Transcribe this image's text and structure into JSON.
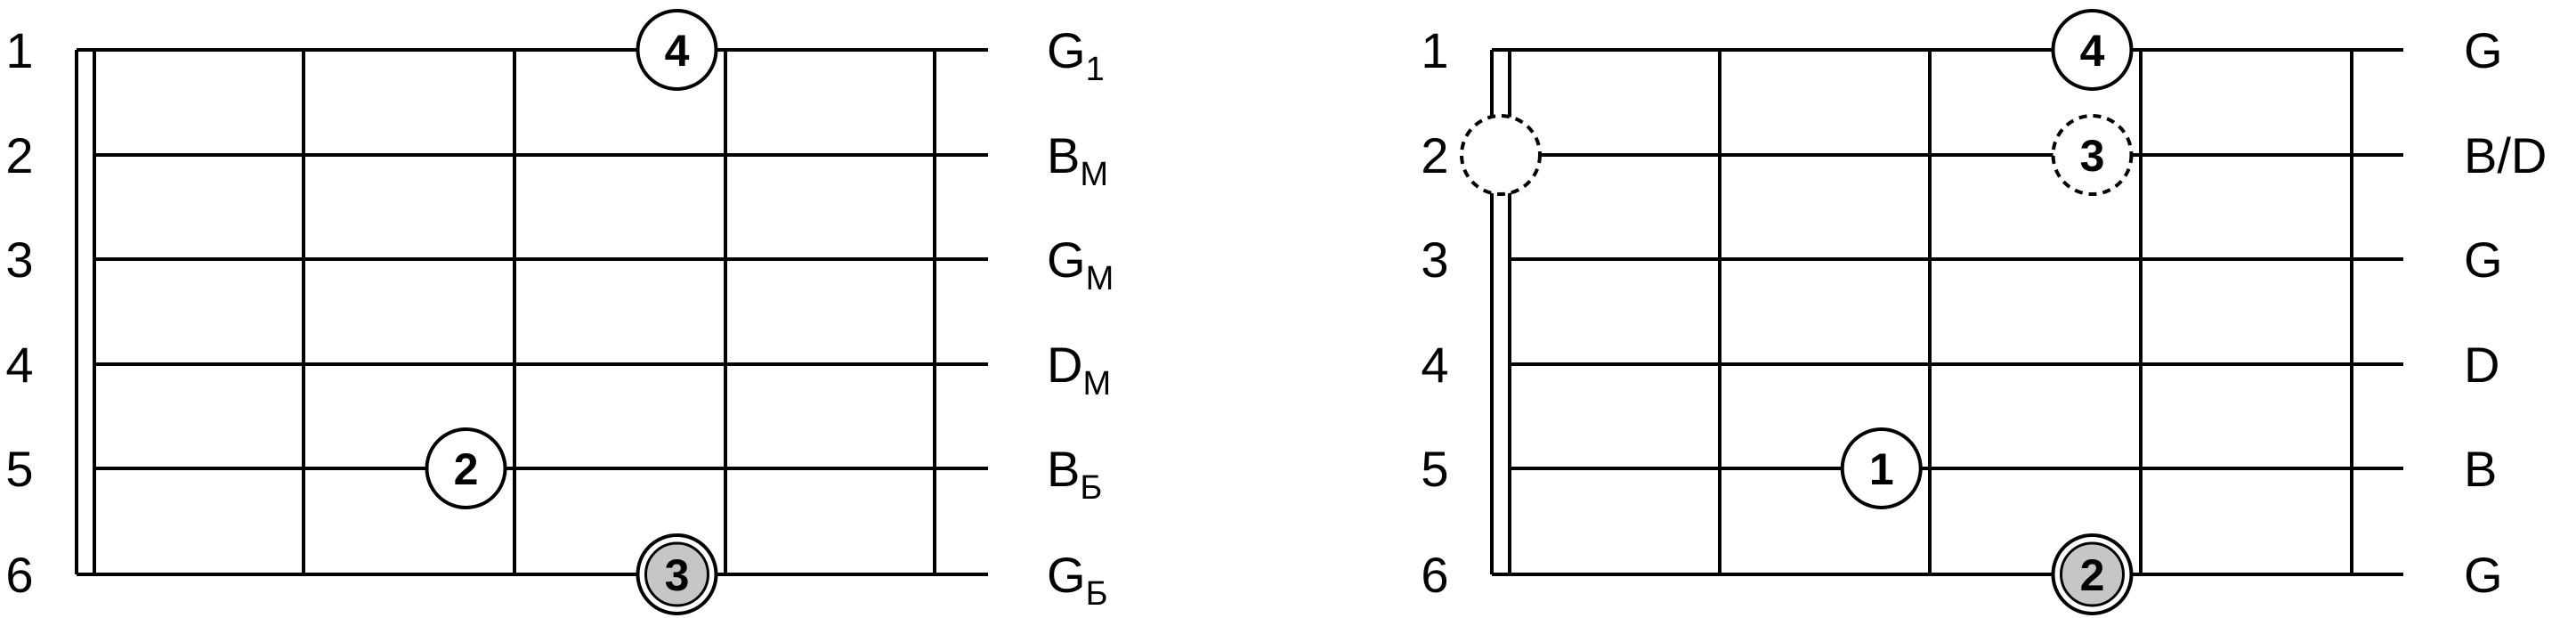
{
  "diagrams": [
    {
      "string_numbers": [
        "1",
        "2",
        "3",
        "4",
        "5",
        "6"
      ],
      "notes": [
        {
          "base": "G",
          "sub": "1"
        },
        {
          "base": "B",
          "sub": "М"
        },
        {
          "base": "G",
          "sub": "М"
        },
        {
          "base": "D",
          "sub": "М"
        },
        {
          "base": "B",
          "sub": "Б"
        },
        {
          "base": "G",
          "sub": "Б"
        }
      ],
      "fingers": [
        {
          "label": "4",
          "string": 1,
          "fret": 3,
          "style": "solid"
        },
        {
          "label": "2",
          "string": 5,
          "fret": 2,
          "style": "solid"
        },
        {
          "label": "3",
          "string": 6,
          "fret": 3,
          "style": "double-gray"
        }
      ]
    },
    {
      "string_numbers": [
        "1",
        "2",
        "3",
        "4",
        "5",
        "6"
      ],
      "notes": [
        {
          "base": "G",
          "sub": ""
        },
        {
          "base": "B/D",
          "sub": ""
        },
        {
          "base": "G",
          "sub": ""
        },
        {
          "base": "D",
          "sub": ""
        },
        {
          "base": "B",
          "sub": ""
        },
        {
          "base": "G",
          "sub": ""
        }
      ],
      "open_marker": {
        "string": 2,
        "style": "dashed"
      },
      "fingers": [
        {
          "label": "4",
          "string": 1,
          "fret": 3,
          "style": "solid"
        },
        {
          "label": "3",
          "string": 2,
          "fret": 3,
          "style": "dashed"
        },
        {
          "label": "1",
          "string": 5,
          "fret": 2,
          "style": "solid"
        },
        {
          "label": "2",
          "string": 6,
          "fret": 3,
          "style": "double-gray"
        }
      ]
    }
  ]
}
